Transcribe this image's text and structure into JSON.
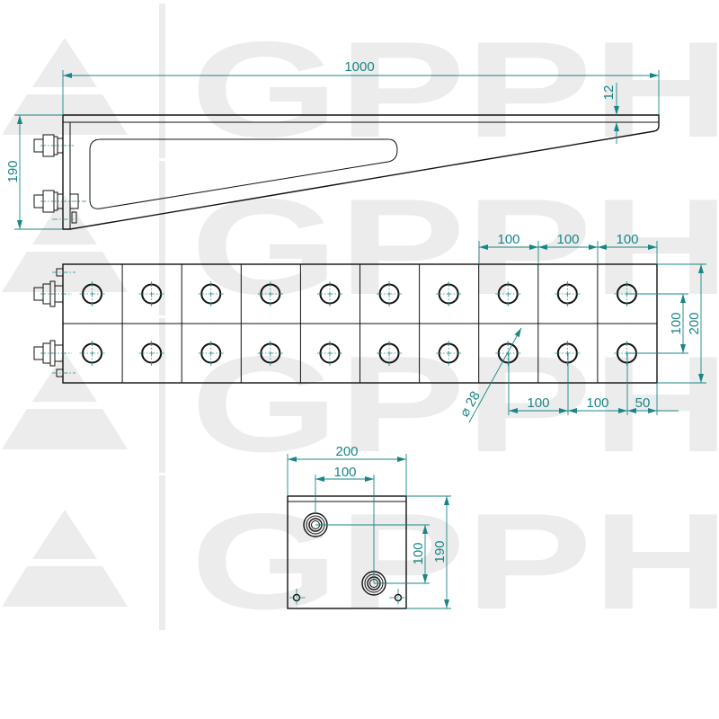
{
  "watermark": {
    "text": "GPPH",
    "color": "#ececec",
    "tile_rows": 4
  },
  "colors": {
    "outline": "#111111",
    "dimension": "#1a8585",
    "background": "#ffffff"
  },
  "side_view": {
    "dim_length": "1000",
    "dim_height": "190",
    "dim_plate_thickness": "12"
  },
  "plan_view": {
    "dim_pitch_top": [
      "100",
      "100",
      "100"
    ],
    "dim_width": "200",
    "dim_row_spacing": "100",
    "dim_pitch_bottom": [
      "100",
      "100"
    ],
    "dim_edge": "50",
    "dim_hole_diameter": "⌀ 28",
    "columns": 10,
    "rows": 2
  },
  "front_view": {
    "dim_width": "200",
    "dim_bolt_spacing_x": "100",
    "dim_bolt_spacing_y": "100",
    "dim_height": "190"
  }
}
